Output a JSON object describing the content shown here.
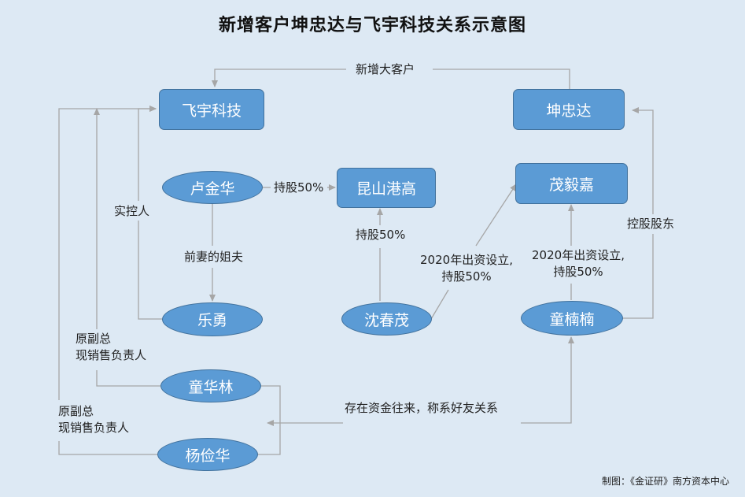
{
  "title": "新增客户坤忠达与飞宇科技关系示意图",
  "nodes": {
    "feiyu": "飞宇科技",
    "kunzhongda": "坤忠达",
    "lujinhua": "卢金华",
    "kunshan": "昆山港高",
    "maoyijia": "茂毅嘉",
    "leyong": "乐勇",
    "shenchunmao": "沈春茂",
    "tongnannan": "童楠楠",
    "tonghualin": "童华林",
    "yangjianhua": "杨俭华"
  },
  "labels": {
    "new_client": "新增大客户",
    "actual_control": "实控人",
    "hold50_a": "持股50%",
    "hold50_b": "持股50%",
    "ex_wife_brother": "前妻的姐夫",
    "y2020_a": "2020年出资设立,",
    "hold50_c": "持股50%",
    "y2020_b": "2020年出资设立,",
    "hold50_d": "持股50%",
    "controlling_shareholder": "控股股东",
    "former_vp_a1": "原副总",
    "former_vp_a2": "现销售负责人",
    "former_vp_b1": "原副总",
    "former_vp_b2": "现销售负责人",
    "funds": "存在资金往来，称系好友关系"
  },
  "credit": "制图：《金证研》南方资本中心",
  "colors": {
    "node_fill": "#5b9bd5",
    "node_border": "#41719c",
    "background": "#dde9f4",
    "line": "#a6a6a6"
  }
}
